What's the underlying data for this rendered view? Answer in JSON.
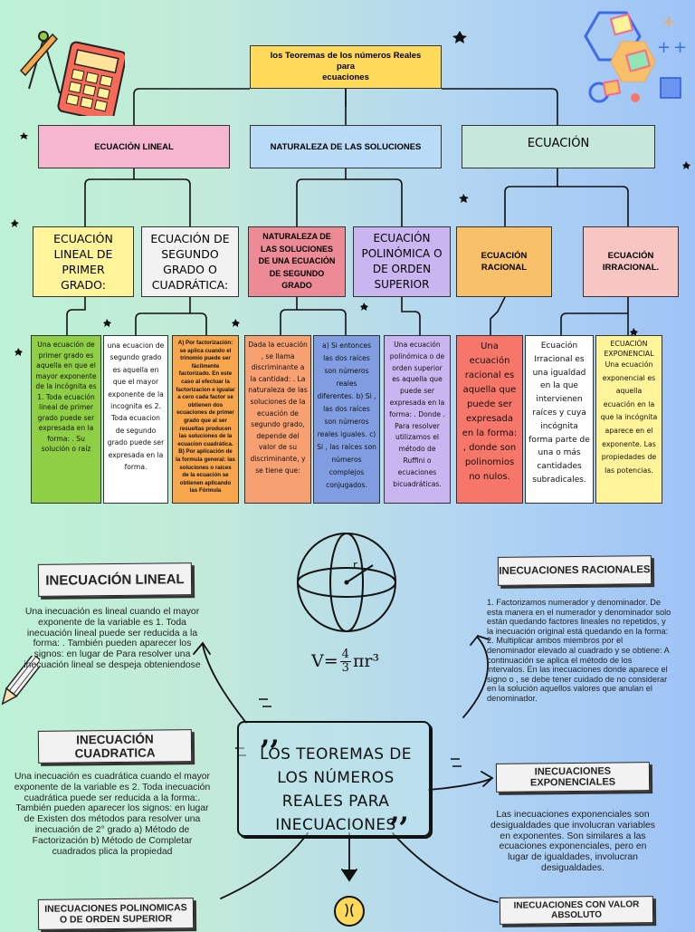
{
  "diagram": {
    "top_title": "los Teoremas de los números Reales para ecuaciones",
    "top_title_lines": [
      "los Teoremas de los números Reales",
      "para",
      "ecuaciones"
    ],
    "level1": [
      {
        "label": "ECUACIÓN LINEAL",
        "color": "#f7b6cf"
      },
      {
        "label": "NATURALEZA DE LAS SOLUCIONES",
        "color": "#b8dcf7"
      },
      {
        "label": "ECUACIÓN",
        "color": "#c6e8dc"
      }
    ],
    "level2": [
      {
        "label": "ECUACIÓN LINEAL DE PRIMER GRADO:",
        "color": "#fff49a"
      },
      {
        "label": "ECUACIÓN DE SEGUNDO GRADO O CUADRÁTICA:",
        "color": "#f2f2f2"
      },
      {
        "label": "NATURALEZA DE LAS SOLUCIONES DE UNA ECUACIÓN DE SEGUNDO GRADO",
        "color": "#ec8a96"
      },
      {
        "label": "ECUACIÓN POLINÓMICA O DE ORDEN SUPERIOR",
        "color": "#c9b5ef"
      },
      {
        "label": "ECUACIÓN RACIONAL",
        "color": "#f9c06a"
      },
      {
        "label": "ECUACIÓN IRRACIONAL.",
        "color": "#f7c6c2"
      }
    ],
    "level3": [
      {
        "text": "Una ecuación de primer grado es aquella en que el mayor exponente de la incógnita es 1. Toda ecuación lineal de primer grado puede ser expresada en la forma: . Su solución o raíz",
        "color": "#8fcf45"
      },
      {
        "text": "una ecuacion de segundo grado es aquella en que el mayor exponente de la incognita es 2. Toda ecuacion de segundo grado puede ser expresada en la forma.",
        "color": "#ffffff"
      },
      {
        "text": "A) Por factorización: se aplica cuando el trinomio puede ser fácilmente factorizado. En este caso al efectuar la factorizacion e igualar a cero cada factor se obtienen dos ecuaciones de primer grado que al ser resueltas producen las soluciones de la ecuacion cuadrática. B) Por aplicación de la formula general: las soluciones o raíces de la ecuación se obtienen aplicando las Fórmula",
        "color": "#f7a64c"
      },
      {
        "text": "Dada la ecuación , se llama discriminante a la cantidad: . La naturaleza de las soluciones de la ecuación de segundo grado, depende del valor de su discriminante, y se tiene que:",
        "color": "#f7a071"
      },
      {
        "text": "a) Si entonces las dos raíces son números reales diferentes. b) Si , las dos raíces son números reales iguales. c) Si , las raíces son números complejos conjugados.",
        "color": "#7f9de0"
      },
      {
        "text": "Una ecuación polinómica o de orden superior es aquella que puede ser expresada en la forma: . Donde . Para resolver utilizamos el método de Ruffini o ecuaciones bicuadráticas.",
        "color": "#c9b5ef"
      },
      {
        "text": "Una ecuación racional es aquella que puede ser expresada en la forma: , donde son polinomios no nulos.",
        "color": "#f7766a"
      },
      {
        "text": "Ecuación Irracional es una igualdad en la que intervienen raíces y cuya incógnita forma parte de una o más cantidades subradicales.",
        "color": "#ffffff"
      },
      {
        "title": "ECUACIÓN EXPONENCIAL",
        "text": "Una ecuación exponencial es aquella ecuación en la que la incógnita aparece en el exponente. Las propiedades de las potencias.",
        "color": "#fff49a"
      }
    ]
  },
  "bottom": {
    "center_title": "LOS TEOREMAS DE LOS NÚMEROS REALES PARA INECUACIONES",
    "formula_left": "V=",
    "formula_num": "4",
    "formula_den": "3",
    "formula_right": "πr³",
    "sphere_label": "r",
    "sections": {
      "lineal": {
        "title": "INECUACIÓN LINEAL",
        "text": "Una inecuación es lineal cuando el mayor exponente de la variable es 1. Toda inecuación lineal puede ser reducida a la forma: . También pueden aparecer los signos: en lugar de Para resolver una inecuación lineal se despeja obteniendose"
      },
      "cuadratica": {
        "title": "INECUACIÓN CUADRATICA",
        "text": "Una inecuación es cuadrática cuando el mayor exponente de la variable es 2. Toda inecuación cuadrática puede ser reducida a la forma:. También pueden aparecer los signos: en lugar de Existen dos métodos para resolver una inecuación de 2° grado a) Método de Factorización b) Método de Completar cuadrados plica la propiedad"
      },
      "polinomicas": {
        "title": "INECUACIONES POLINOMICAS O DE ORDEN SUPERIOR"
      },
      "racionales": {
        "title": "INECUACIONES RACIONALES",
        "text": "1. Factorizamos numerador y denominador. De esta manera en el numerador y denominador solo están quedando factores lineales no repetidos, y la inecuación original está quedando en la forma: 2. Multiplicar ambos miembros por el denominador elevado al cuadrado y se obtiene: A continuación se aplica el método de los intervalos. En las inecuaciones donde aparece el signo o , se debe tener cuidado de no considerar en la solución aquellos valores que anulan el denominador."
      },
      "exponenciales": {
        "title": "INECUACIONES EXPONENCIALES",
        "text": "Las inecuaciones exponenciales son desigualdades que involucran variables en exponentes. Son similares a las ecuaciones exponenciales, pero en lugar de igualdades, involucran desigualdades."
      },
      "valor_absoluto": {
        "title": "INECUACIONES CON VALOR ABSOLUTO"
      }
    }
  }
}
